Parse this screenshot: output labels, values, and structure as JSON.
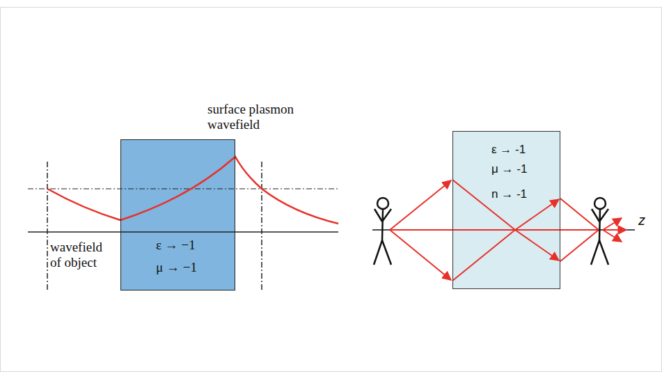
{
  "diagram": {
    "nodes": [
      {
        "text": [
          "ε → −1",
          "μ → −1"
        ]
      },
      {
        "text": [
          "ε → -1",
          "μ → -1",
          "n → -1"
        ]
      }
    ],
    "labels": [
      "surface plasmon wavefield",
      "wavefield of object",
      "z"
    ]
  }
}
